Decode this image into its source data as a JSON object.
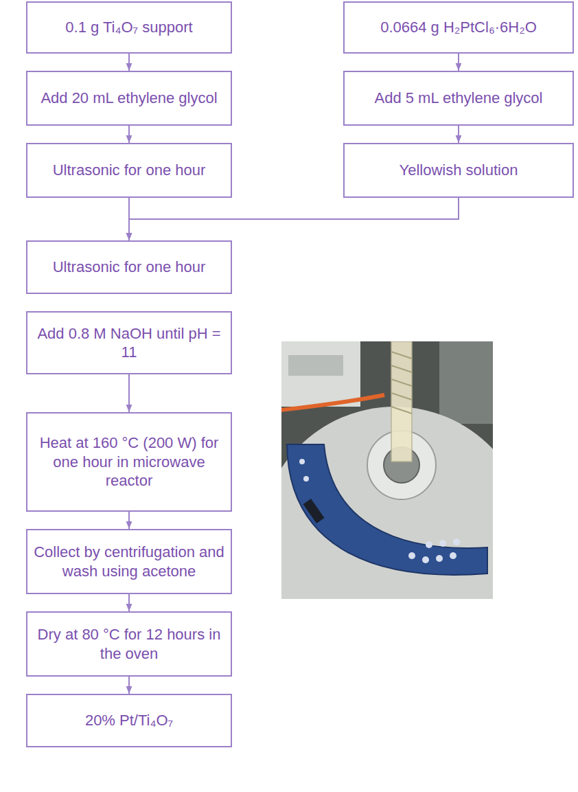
{
  "diagram": {
    "nodes": [
      {
        "text": [
          "0.1 g Ti₄O₇ support"
        ]
      },
      {
        "text": [
          "0.0664 g H₂PtCl₆·6H₂O"
        ]
      },
      {
        "text": [
          "Add 20 mL ethylene glycol"
        ]
      },
      {
        "text": [
          "Add 5 mL ethylene glycol"
        ]
      },
      {
        "text": [
          "Ultrasonic for one hour"
        ]
      },
      {
        "text": [
          "Yellowish solution"
        ]
      },
      {
        "text": [
          "Ultrasonic for one hour"
        ]
      },
      {
        "text": [
          "Add 0.8 M NaOH until pH = 11"
        ]
      },
      {
        "text": [
          "Heat at 160 °C (200 W) for one hour in microwave reactor"
        ]
      },
      {
        "text": [
          "Collect by centrifugation and wash using acetone"
        ]
      },
      {
        "text": [
          "Dry at 80 °C for 12 hours in the oven"
        ]
      },
      {
        "text": [
          "20% Pt/Ti₄O₇"
        ]
      }
    ],
    "edges": [
      {
        "from": 0,
        "to": 2,
        "arrow": "to"
      },
      {
        "from": 2,
        "to": 4,
        "arrow": "to"
      },
      {
        "from": 1,
        "to": 3,
        "arrow": "to"
      },
      {
        "from": 3,
        "to": 5,
        "arrow": "to"
      },
      {
        "from": 4,
        "to": 6,
        "arrow": "to"
      },
      {
        "from": 5,
        "to": 6,
        "arrow": "to"
      },
      {
        "from": 7,
        "to": 8,
        "arrow": "to"
      },
      {
        "from": 8,
        "to": 9,
        "arrow": "to"
      },
      {
        "from": 9,
        "to": 10,
        "arrow": "to"
      },
      {
        "from": 10,
        "to": 11,
        "arrow": "to"
      }
    ]
  }
}
